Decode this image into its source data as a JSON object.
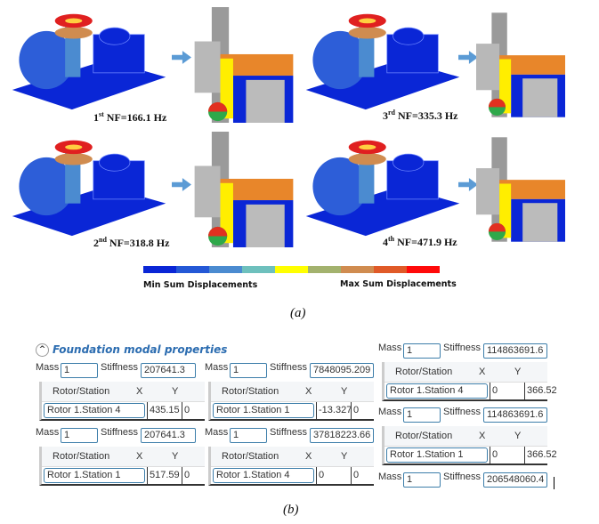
{
  "figure_a": {
    "modes": [
      {
        "ord": "1",
        "sup": "st",
        "label": "NF=166.1 Hz"
      },
      {
        "ord": "3",
        "sup": "rd",
        "label": "NF=335.3 Hz"
      },
      {
        "ord": "2",
        "sup": "nd",
        "label": "NF=318.8 Hz"
      },
      {
        "ord": "4",
        "sup": "th",
        "label": "NF=471.9 Hz"
      }
    ],
    "colorbar": {
      "colors": [
        "#0a26d6",
        "#2458d6",
        "#4b8bd0",
        "#6ec0bd",
        "#ffff00",
        "#a3b26e",
        "#d08c50",
        "#e05a28",
        "#ff0a0a"
      ],
      "min_label": "Min Sum Displacements",
      "max_label": "Max Sum Displacements"
    },
    "caption": "(a)"
  },
  "figure_b": {
    "header": "Foundation modal properties",
    "collapse_icon": "^",
    "mass_label": "Mass",
    "stiffness_label": "Stiffness",
    "col_station": "Rotor/Station",
    "col_x": "X",
    "col_y": "Y",
    "blocks": [
      {
        "mass": "1",
        "stiffness": "207641.3",
        "station": "Rotor 1.Station 4",
        "x": "435.15",
        "y": "0"
      },
      {
        "mass": "1",
        "stiffness": "7848095.209",
        "station": "Rotor 1.Station 1",
        "x": "-13.327",
        "y": "0"
      },
      {
        "mass": "1",
        "stiffness": "114863691.6",
        "station": "Rotor 1.Station 4",
        "x": "0",
        "y": "366.52"
      },
      {
        "mass": "1",
        "stiffness": "207641.3",
        "station": "Rotor 1.Station 1",
        "x": "517.59",
        "y": "0"
      },
      {
        "mass": "1",
        "stiffness": "37818223.66",
        "station": "Rotor 1.Station 4",
        "x": "0",
        "y": "0"
      },
      {
        "mass": "1",
        "stiffness": "114863691.6",
        "station": "Rotor 1.Station 1",
        "x": "0",
        "y": "366.52"
      },
      {
        "mass": "1",
        "stiffness": "206548060.4"
      }
    ],
    "caption": "(b)"
  }
}
